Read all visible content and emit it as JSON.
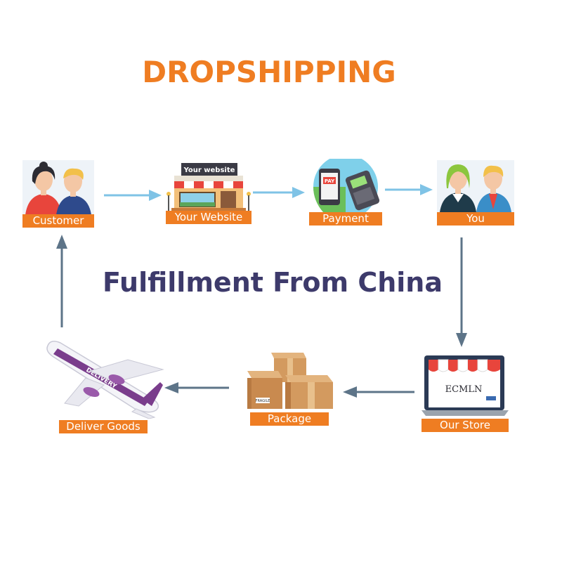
{
  "title": "DROPSHIPPING",
  "subtitle": "Fulfillment From China",
  "colors": {
    "accent": "#ef7d22",
    "title": "#ef7d22",
    "subtitle": "#3d3a6b",
    "arrow_top": "#7fc3e6",
    "arrow_bottom": "#5d7488"
  },
  "steps": {
    "customer": {
      "label": "Customer",
      "icon": "customers-icon"
    },
    "website": {
      "label": "Your Website",
      "sign": "Your website",
      "icon": "storefront-icon"
    },
    "payment": {
      "label": "Payment",
      "sign": "PAY",
      "icon": "payment-icon"
    },
    "you": {
      "label": "You",
      "icon": "people-icon"
    },
    "store": {
      "label": "Our Store",
      "screen_text": "ECMLN",
      "icon": "laptop-store-icon"
    },
    "package": {
      "label": "Package",
      "box_text": "FRAGILE",
      "icon": "boxes-icon"
    },
    "deliver": {
      "label": "Deliver Goods",
      "plane_text": "DELIVERY",
      "icon": "airplane-icon"
    }
  }
}
